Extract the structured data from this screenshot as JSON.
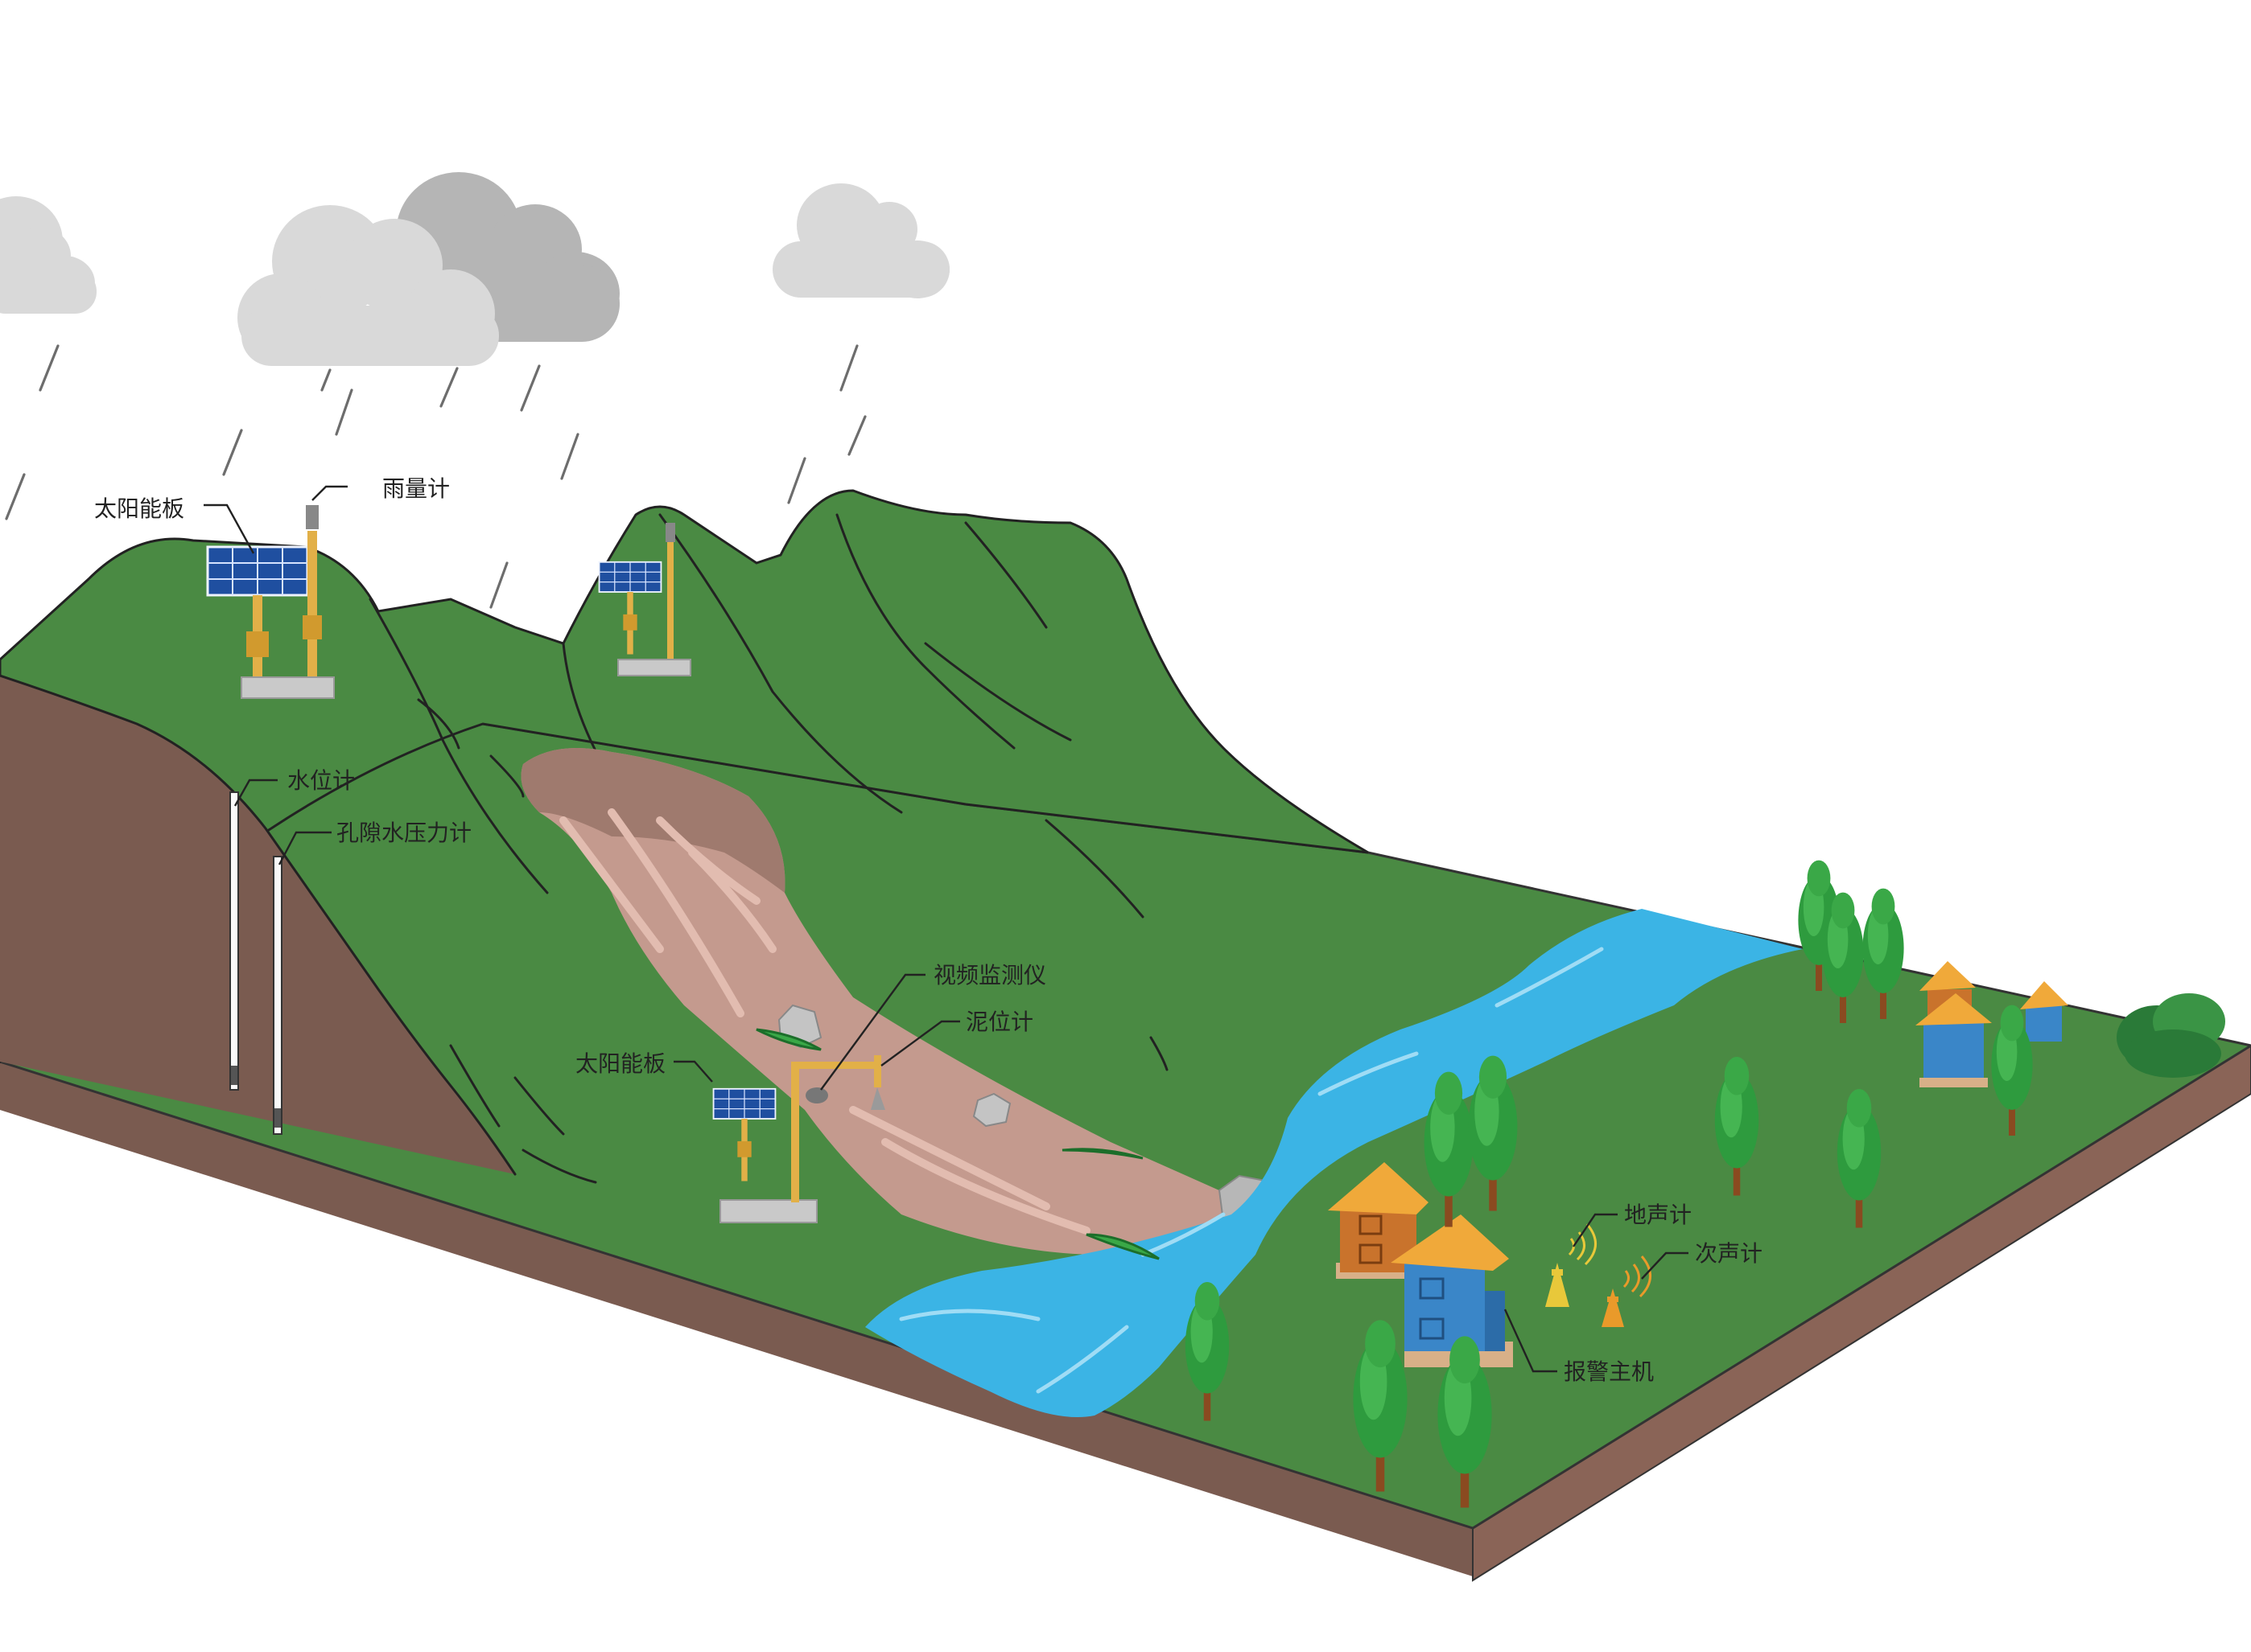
{
  "labels": {
    "solar_panel_1": "太阳能板",
    "rain_gauge": "雨量计",
    "water_level_meter": "水位计",
    "pore_pressure_meter": "孔隙水压力计",
    "video_monitor": "视频监测仪",
    "mud_level_meter": "泥位计",
    "solar_panel_2": "太阳能板",
    "geophone": "地声计",
    "infrasound_meter": "次声计",
    "alarm_host": "报警主机"
  },
  "colors": {
    "grass": "#4a8a43",
    "soil": "#7a5b50",
    "river": "#3bb4e5",
    "landslide": "#c49a8e",
    "cloud_light": "#d9d9d9",
    "cloud_dark": "#b5b5b5",
    "pole": "#e2b048",
    "roof": "#f0a93a",
    "house_blue": "#3a86c8",
    "house_orange": "#c9732c"
  },
  "icons": [
    "cloud-icon",
    "solar-panel-icon",
    "rain-gauge-icon",
    "tree-icon",
    "house-icon",
    "alarm-siren-icon"
  ]
}
